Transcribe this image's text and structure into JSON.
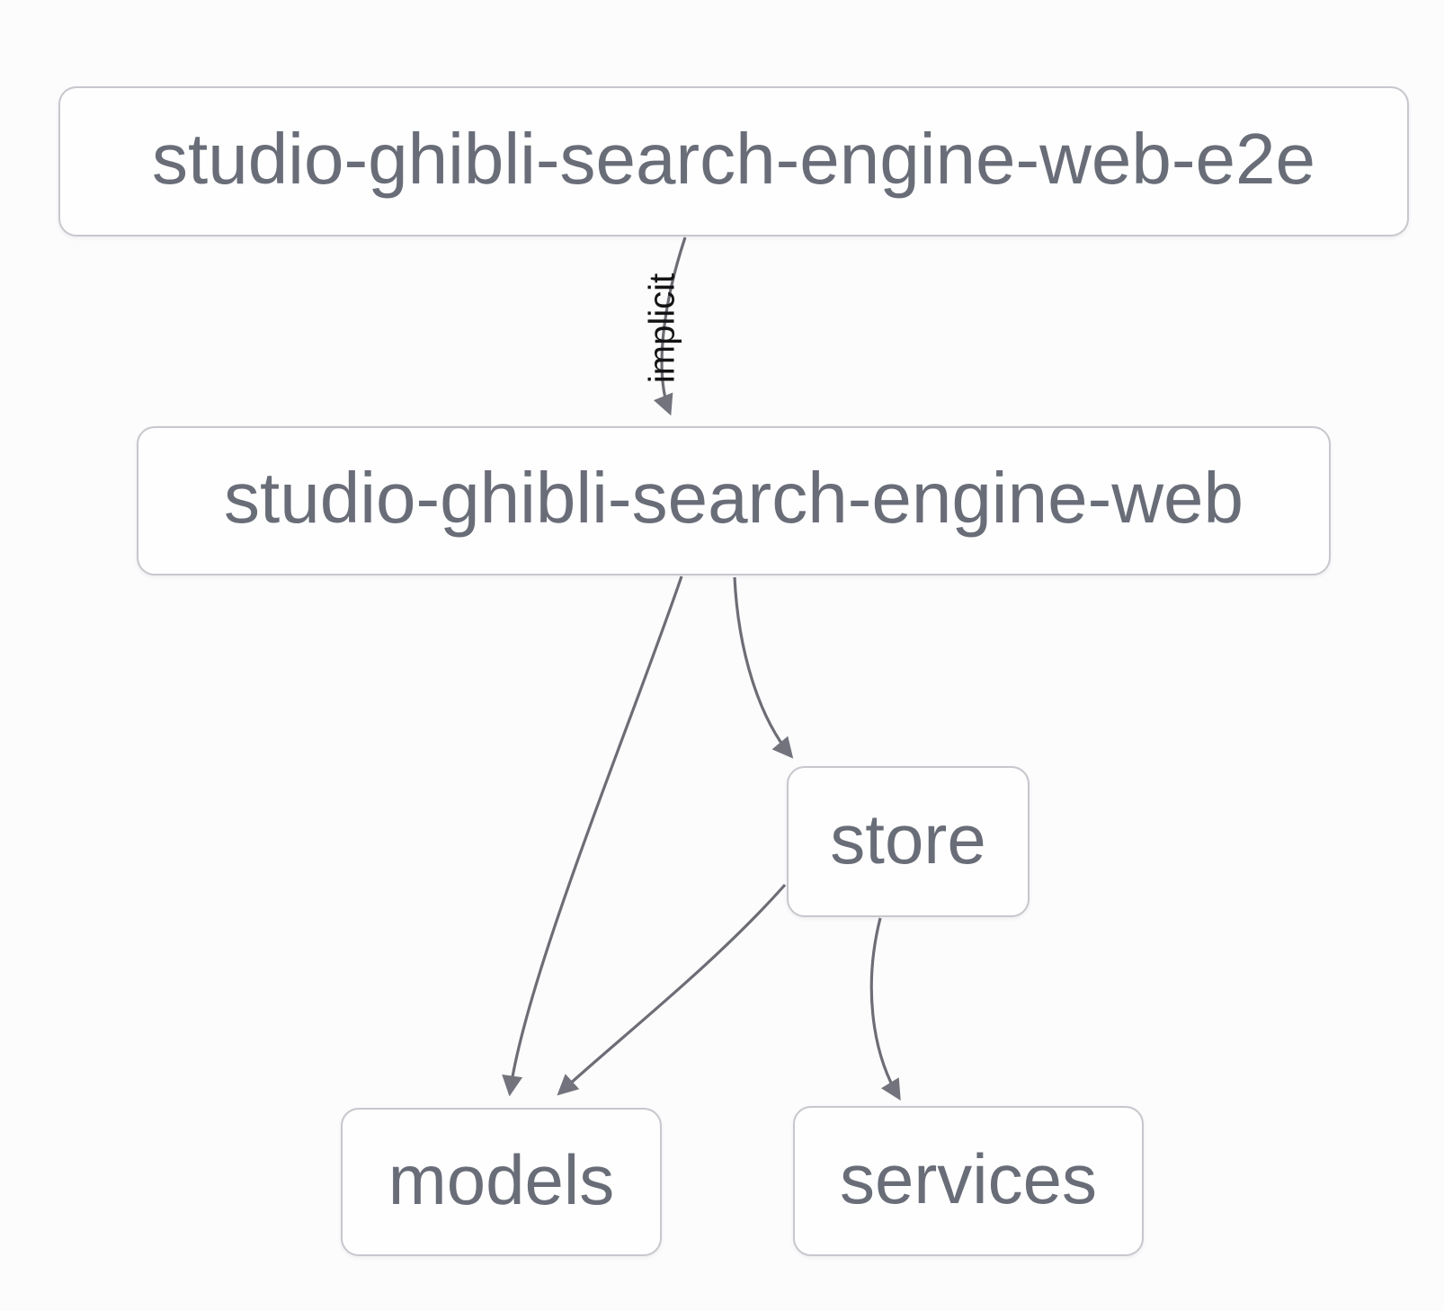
{
  "diagram": {
    "kind": "project-dependency-graph",
    "nodes": [
      {
        "id": "studio-ghibli-search-engine-web-e2e",
        "label": "studio-ghibli-search-engine-web-e2e"
      },
      {
        "id": "studio-ghibli-search-engine-web",
        "label": "studio-ghibli-search-engine-web"
      },
      {
        "id": "store",
        "label": "store"
      },
      {
        "id": "models",
        "label": "models"
      },
      {
        "id": "services",
        "label": "services"
      }
    ],
    "edges": [
      {
        "from": "studio-ghibli-search-engine-web-e2e",
        "to": "studio-ghibli-search-engine-web",
        "label": "implicit"
      },
      {
        "from": "studio-ghibli-search-engine-web",
        "to": "models",
        "label": ""
      },
      {
        "from": "studio-ghibli-search-engine-web",
        "to": "store",
        "label": ""
      },
      {
        "from": "store",
        "to": "models",
        "label": ""
      },
      {
        "from": "store",
        "to": "services",
        "label": ""
      }
    ],
    "colors": {
      "background": "#fcfcfd",
      "node_fill": "#fefefe",
      "node_border": "#c7c7cd",
      "node_text": "#696d78",
      "edge_stroke": "#6d6d76",
      "arrowhead_fill": "#73737d",
      "edge_label_text": "#141414"
    }
  }
}
